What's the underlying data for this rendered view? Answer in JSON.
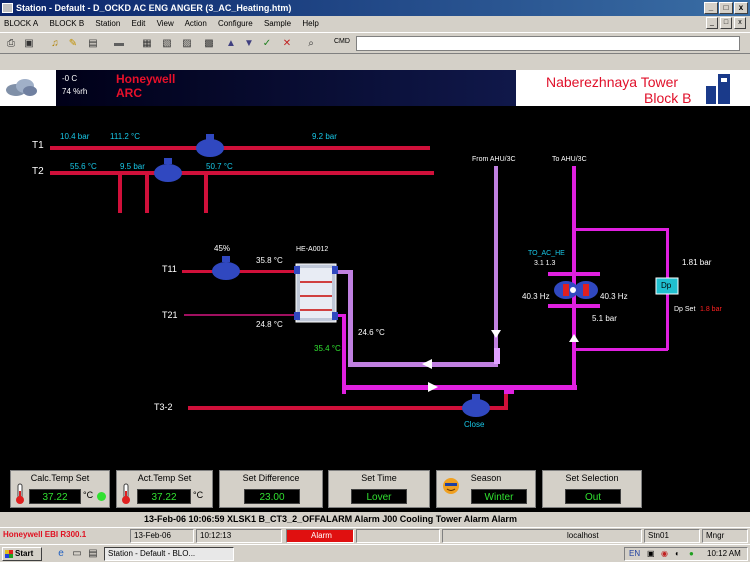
{
  "window": {
    "title": "Station - Default - D_OCKD AC ENG ANGER (3_AC_Heating.htm)",
    "minimize": "_",
    "restore": "□",
    "close": "x"
  },
  "menu": {
    "items": [
      "BLOCK A",
      "BLOCK B",
      "Station",
      "Edit",
      "View",
      "Action",
      "Configure",
      "Sample",
      "Help"
    ],
    "mdi_min": "_",
    "mdi_restore": "□",
    "mdi_close": "x"
  },
  "toolbar": {
    "command_label": "CMD",
    "command_value": ""
  },
  "header": {
    "outside_temp": "-0 C",
    "humidity": "74 %rh",
    "brand": "Honeywell",
    "brand_sub": "ARC",
    "tower_name": "Naberezhnaya Tower",
    "block_name": "Block B"
  },
  "diagram": {
    "t1_label": "T1",
    "t2_label": "T2",
    "t1_pressure": "10.4 bar",
    "t1_temp": "111.2 °C",
    "t1_right_pressure": "9.2 bar",
    "t2_temp": "55.6 °C",
    "t2_pressure": "9.5 bar",
    "t2_right_temp": "50.7 °C",
    "from_label": "From AHU/3C",
    "to_label": "To AHU/3C",
    "t11_label": "T11",
    "t21_label": "T21",
    "t32_label": "T3-2",
    "valve_pct": "45%",
    "hx_label": "HE-A0012",
    "hx_supply_temp": "35.8 °C",
    "hx_return_temp": "24.8 °C",
    "loop_temp": "24.6 °C",
    "green_temp": "35.4 °C",
    "pump_label": "TO_AC_HE",
    "pump_sub": "3.1  1.3",
    "pump_left_hz": "40.3 Hz",
    "pump_right_hz": "40.3 Hz",
    "pump_pressure": "5.1 bar",
    "dp_label": "Dp",
    "dp_value": "1.81 bar",
    "dp_set_label": "Dp Set",
    "dp_set_value": "1.8 bar",
    "close_label": "Close"
  },
  "panels": [
    {
      "title": "Calc.Temp Set",
      "value": "37.22",
      "unit": "°C"
    },
    {
      "title": "Act.Temp Set",
      "value": "37.22",
      "unit": "°C"
    },
    {
      "title": "Set Difference",
      "value": "23.00"
    },
    {
      "title": "Set Time",
      "value": "Lover"
    },
    {
      "title": "Season",
      "value": "Winter"
    },
    {
      "title": "Set Selection",
      "value": "Out"
    }
  ],
  "alarm": {
    "text": "13-Feb-06   10:06:59   XLSK1   B_CT3_2_OFFALARM   Alarm   J00 Cooling Tower Alarm   Alarm"
  },
  "status": {
    "product": "Honeywell EBI R300.1",
    "date": "13-Feb-06",
    "time": "10:12:13",
    "alarm": "Alarm",
    "host": "localhost",
    "station": "Stn01",
    "level": "Mngr"
  },
  "taskbar": {
    "start": "Start",
    "task": "Station - Default - BLO...",
    "clock": "10:12 AM"
  },
  "colors": {
    "pipe_red": "#d0103a",
    "pipe_magenta": "#e020e0",
    "pipe_lavender": "#c080e0",
    "valve_blue": "#3048c0",
    "accent_cyan": "#18c8e8"
  }
}
